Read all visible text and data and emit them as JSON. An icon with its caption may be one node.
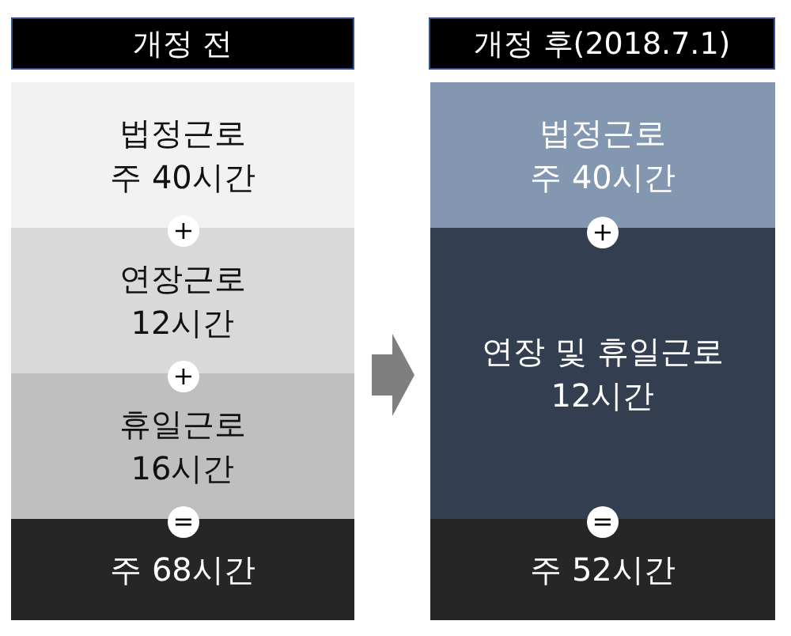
{
  "diagram": {
    "nodes": [
      {
        "text": [
          "개정 전"
        ]
      },
      {
        "text": [
          "법정근로 주 40시간"
        ]
      },
      {
        "text": [
          "+"
        ]
      },
      {
        "text": [
          "연장근로 12시간"
        ]
      },
      {
        "text": [
          "+"
        ]
      },
      {
        "text": [
          "휴일근로 16시간"
        ]
      },
      {
        "text": [
          "="
        ]
      },
      {
        "text": [
          "주 68시간"
        ]
      },
      {
        "text": [
          "개정 후(2018.7.1)"
        ]
      },
      {
        "text": [
          "법정근로 주 40시간"
        ]
      },
      {
        "text": [
          "+"
        ]
      },
      {
        "text": [
          "연장 및 휴일근로 12시간"
        ]
      },
      {
        "text": [
          "="
        ]
      },
      {
        "text": [
          "주 52시간"
        ]
      }
    ],
    "edges": [
      {
        "from": 5,
        "to": 11,
        "arrow": "to"
      }
    ]
  }
}
